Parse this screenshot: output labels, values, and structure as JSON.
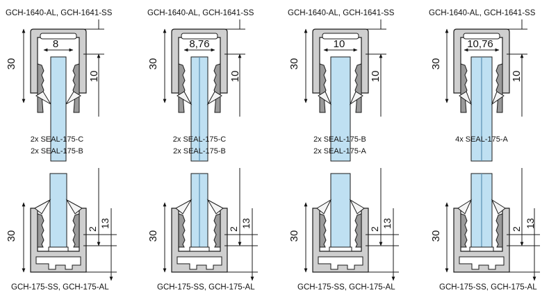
{
  "top_row": [
    {
      "title": "GCH-1640-AL, GCH-1641-SS",
      "width_dim": "8",
      "height_dim": "30",
      "depth_dim": "10",
      "seals": [
        "2x  SEAL-175-C",
        "2x  SEAL-175-B"
      ],
      "laminated": false
    },
    {
      "title": "GCH-1640-AL, GCH-1641-SS",
      "width_dim": "8,76",
      "height_dim": "30",
      "depth_dim": "10",
      "seals": [
        "2x  SEAL-175-C",
        "2x  SEAL-175-B"
      ],
      "laminated": true
    },
    {
      "title": "GCH-1640-AL, GCH-1641-SS",
      "width_dim": "10",
      "height_dim": "30",
      "depth_dim": "10",
      "seals": [
        "2x  SEAL-175-B",
        "2x  SEAL-175-A"
      ],
      "laminated": false
    },
    {
      "title": "GCH-1640-AL, GCH-1641-SS",
      "width_dim": "10,76",
      "height_dim": "30",
      "depth_dim": "10",
      "seals": [
        "4x  SEAL-175-A"
      ],
      "laminated": true
    }
  ],
  "bottom_row": [
    {
      "title": "GCH-175-SS, GCH-175-AL",
      "height_dim": "30",
      "dim_small": "2",
      "dim_large": "13",
      "laminated": false
    },
    {
      "title": "GCH-175-SS, GCH-175-AL",
      "height_dim": "30",
      "dim_small": "2",
      "dim_large": "13",
      "laminated": true
    },
    {
      "title": "GCH-175-SS, GCH-175-AL",
      "height_dim": "30",
      "dim_small": "2",
      "dim_large": "13",
      "laminated": false
    },
    {
      "title": "GCH-175-SS, GCH-175-AL",
      "height_dim": "30",
      "dim_small": "2",
      "dim_large": "13",
      "laminated": true
    }
  ],
  "colors": {
    "profile": "#cfcfcf",
    "seal": "#9a9a9a",
    "glass": "#bfe0f2",
    "line": "#1a1a1a"
  }
}
